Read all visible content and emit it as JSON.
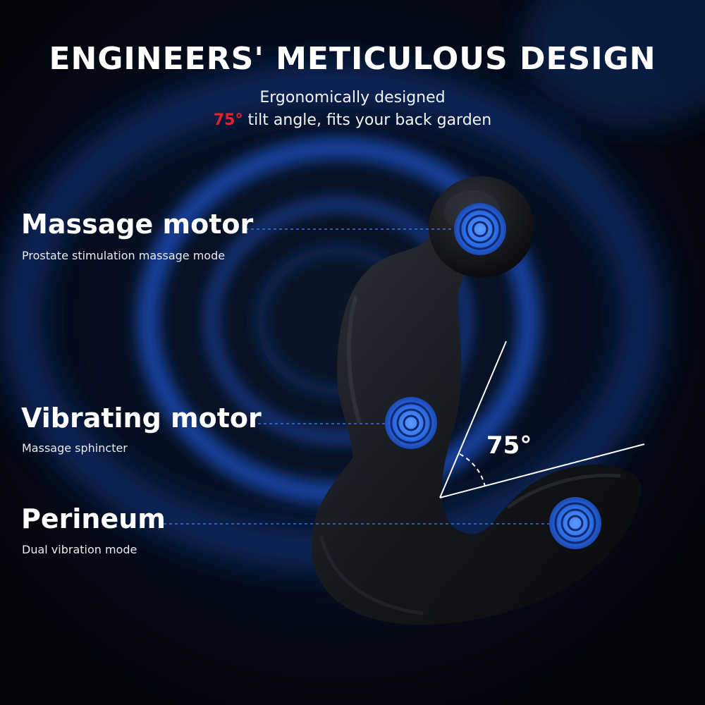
{
  "header": {
    "title": "ENGINEERS' METICULOUS DESIGN",
    "line1": "Ergonomically designed",
    "angle_highlight": "75°",
    "line2_rest": " tilt angle, fits your back garden"
  },
  "features": [
    {
      "title": "Massage motor",
      "description": "Prostate stimulation massage mode"
    },
    {
      "title": "Vibrating motor",
      "description": "Massage sphincter"
    },
    {
      "title": "Perineum",
      "description": "Dual vibration mode"
    }
  ],
  "diagram": {
    "angle_label": "75°"
  },
  "colors": {
    "background": "#03060d",
    "ring_blue": "#1f4fb8",
    "accent_red": "#e0262b",
    "motor_blue": "#3f86ff",
    "dash_line": "#3a6fd6"
  },
  "icons": [
    "vibration-rings-icon",
    "vibration-rings-icon",
    "vibration-rings-icon"
  ]
}
